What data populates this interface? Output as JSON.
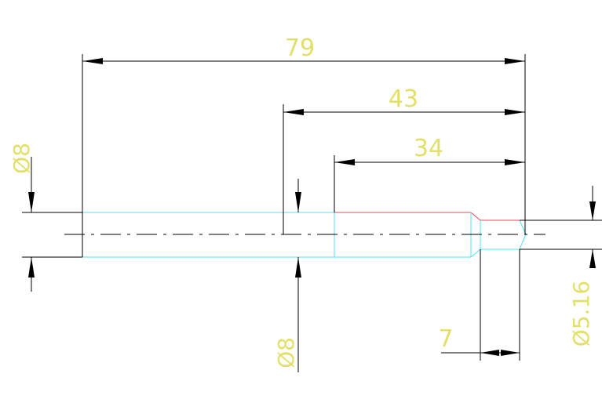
{
  "dimensions": {
    "overall_length": "79",
    "length_43": "43",
    "length_34": "34",
    "tip_length": "7",
    "left_diameter": "Ø8",
    "middle_diameter": "Ø8",
    "tip_diameter": "Ø5.16"
  },
  "colors": {
    "background": "#ffffff",
    "dimension_text": "#e3e06a",
    "outline_cyan": "#4fe3ef",
    "outline_red": "#e54b5a",
    "lines": "#000000"
  }
}
